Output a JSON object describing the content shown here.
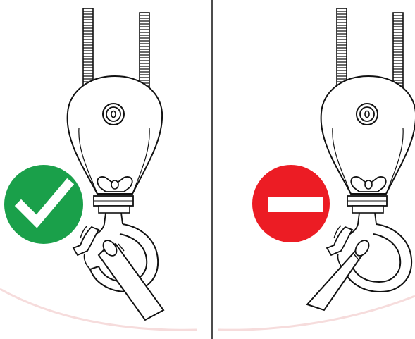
{
  "panels": [
    {
      "id": "correct",
      "indicator": {
        "icon": "check-icon",
        "color": "#1aa04a",
        "meaning": "correct-rigging"
      },
      "load_angle": "in-line"
    },
    {
      "id": "incorrect",
      "indicator": {
        "icon": "no-entry-icon",
        "color": "#ec1c24",
        "meaning": "incorrect-rigging"
      },
      "load_angle": "side-loaded"
    }
  ],
  "colors": {
    "line": "#111111",
    "background": "#ffffff",
    "divider": "#111111",
    "watermark": "#f6dcdc"
  }
}
